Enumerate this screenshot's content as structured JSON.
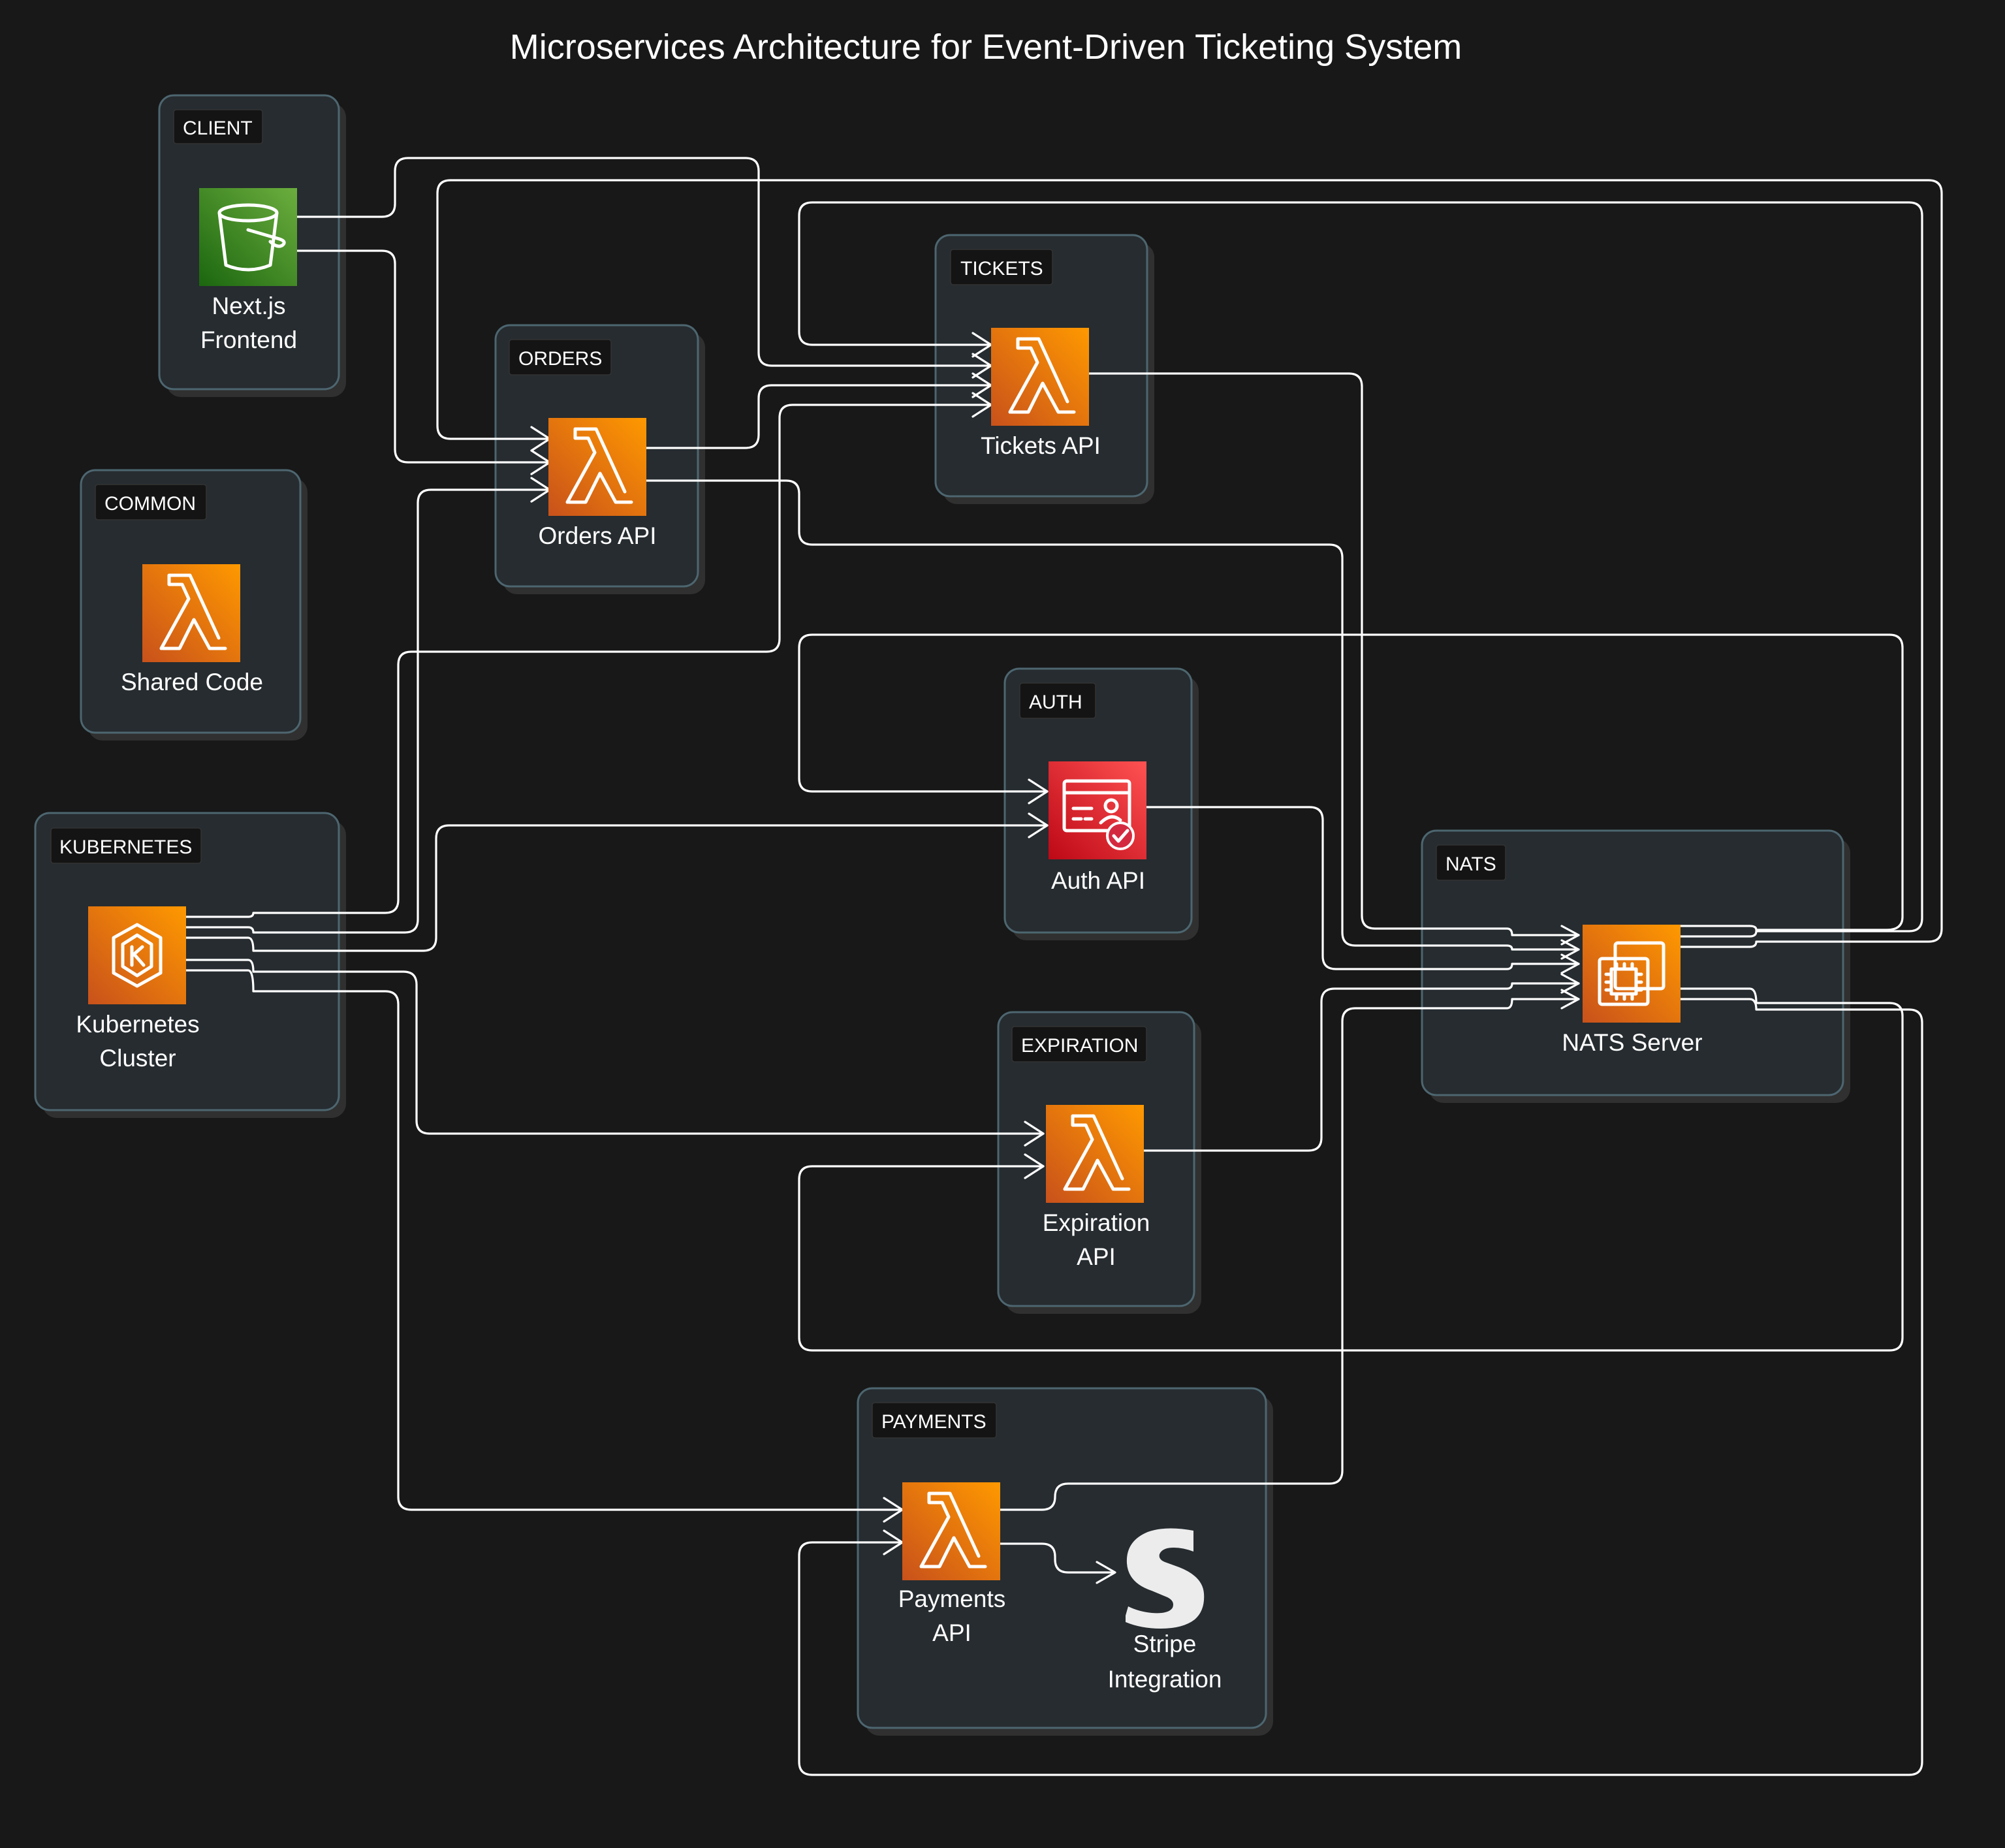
{
  "title": "Microservices Architecture for Event-Driven Ticketing System",
  "colors": {
    "background": "#181818",
    "cluster_fill": "#262c30",
    "cluster_stroke": "#4d6670",
    "compute_orange": "#ed7100",
    "storage_green": "#3f8624",
    "security_red": "#dd344c",
    "edge": "#ffffff"
  },
  "groups": [
    {
      "id": "client",
      "label": "CLIENT"
    },
    {
      "id": "common",
      "label": "COMMON"
    },
    {
      "id": "kubernetes",
      "label": "KUBERNETES"
    },
    {
      "id": "orders",
      "label": "ORDERS"
    },
    {
      "id": "tickets",
      "label": "TICKETS"
    },
    {
      "id": "auth",
      "label": "AUTH"
    },
    {
      "id": "expiration",
      "label": "EXPIRATION"
    },
    {
      "id": "payments",
      "label": "PAYMENTS"
    },
    {
      "id": "nats",
      "label": "NATS"
    }
  ],
  "nodes": [
    {
      "id": "frontend",
      "label": [
        "Next.js",
        "Frontend"
      ],
      "icon": "s3-bucket-icon"
    },
    {
      "id": "shared",
      "label": [
        "Shared Code"
      ],
      "icon": "lambda-icon"
    },
    {
      "id": "k8s",
      "label": [
        "Kubernetes",
        "Cluster"
      ],
      "icon": "eks-icon"
    },
    {
      "id": "orders",
      "label": [
        "Orders API"
      ],
      "icon": "lambda-icon"
    },
    {
      "id": "tickets",
      "label": [
        "Tickets API"
      ],
      "icon": "lambda-icon"
    },
    {
      "id": "auth",
      "label": [
        "Auth API"
      ],
      "icon": "identity-card-icon"
    },
    {
      "id": "expiration",
      "label": [
        "Expiration",
        "API"
      ],
      "icon": "lambda-icon"
    },
    {
      "id": "payments",
      "label": [
        "Payments",
        "API"
      ],
      "icon": "lambda-icon"
    },
    {
      "id": "stripe",
      "label": [
        "Stripe",
        "Integration"
      ],
      "icon": "stripe-logo-icon"
    },
    {
      "id": "nats",
      "label": [
        "NATS Server"
      ],
      "icon": "ec2-instance-icon"
    }
  ],
  "edges": [
    {
      "from": "frontend",
      "to": "tickets"
    },
    {
      "from": "frontend",
      "to": "orders"
    },
    {
      "from": "k8s",
      "to": "tickets"
    },
    {
      "from": "k8s",
      "to": "orders"
    },
    {
      "from": "k8s",
      "to": "auth"
    },
    {
      "from": "k8s",
      "to": "expiration"
    },
    {
      "from": "k8s",
      "to": "payments"
    },
    {
      "from": "orders",
      "to": "tickets"
    },
    {
      "from": "orders",
      "to": "nats"
    },
    {
      "from": "tickets",
      "to": "nats"
    },
    {
      "from": "auth",
      "to": "nats"
    },
    {
      "from": "expiration",
      "to": "nats"
    },
    {
      "from": "payments",
      "to": "nats"
    },
    {
      "from": "payments",
      "to": "stripe"
    },
    {
      "from": "nats",
      "to": "orders"
    },
    {
      "from": "nats",
      "to": "tickets"
    },
    {
      "from": "nats",
      "to": "auth"
    },
    {
      "from": "nats",
      "to": "expiration"
    },
    {
      "from": "nats",
      "to": "payments"
    }
  ]
}
